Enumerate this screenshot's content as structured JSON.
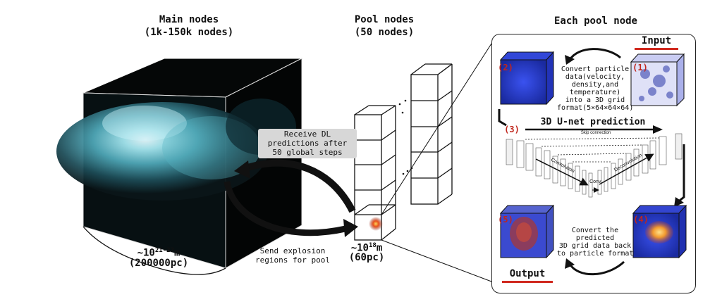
{
  "main_nodes": {
    "title": "Main nodes",
    "subtitle": "(1k-150k nodes)"
  },
  "pool_nodes": {
    "title": "Pool nodes",
    "subtitle": "(50 nodes)"
  },
  "each_pool": {
    "title": "Each pool node"
  },
  "cube_scale": {
    "line1_prefix": "~10",
    "line1_exp": "21-22",
    "line1_suffix": "m",
    "line2": "(200000pc)"
  },
  "pool_scale": {
    "line1_prefix": "~10",
    "line1_exp": "18",
    "line1_suffix": "m",
    "line2": "(60pc)"
  },
  "receive": {
    "line1": "Receive DL",
    "line2": "predictions after",
    "line3": "50 global steps"
  },
  "send": {
    "line1": "Send explosion",
    "line2": "regions for pool"
  },
  "steps": {
    "input_label": "Input",
    "output_label": "Output",
    "s1": "(1)",
    "s2": "(2)",
    "s3": "(3)",
    "s4": "(4)",
    "s5": "(5)",
    "convert1": [
      "Convert particle",
      "data(velocity,",
      "density,and",
      "temperature)",
      "into a 3D grid",
      "format(5×64×64×64)"
    ],
    "unet_title": "3D U-net prediction",
    "convert2": [
      "Convert the",
      "predicted",
      "3D grid data back",
      "to particle format"
    ]
  },
  "unet": {
    "skip": "Skip connection",
    "conv_down": "Convolution",
    "conv_mid": "Conv.",
    "deconv": "Deconvolution"
  },
  "colors": {
    "accent_red": "#c0261c",
    "underline": "#d0281e",
    "cube_blue": "#2b3fd6",
    "galaxy": "#7fd6e4"
  }
}
